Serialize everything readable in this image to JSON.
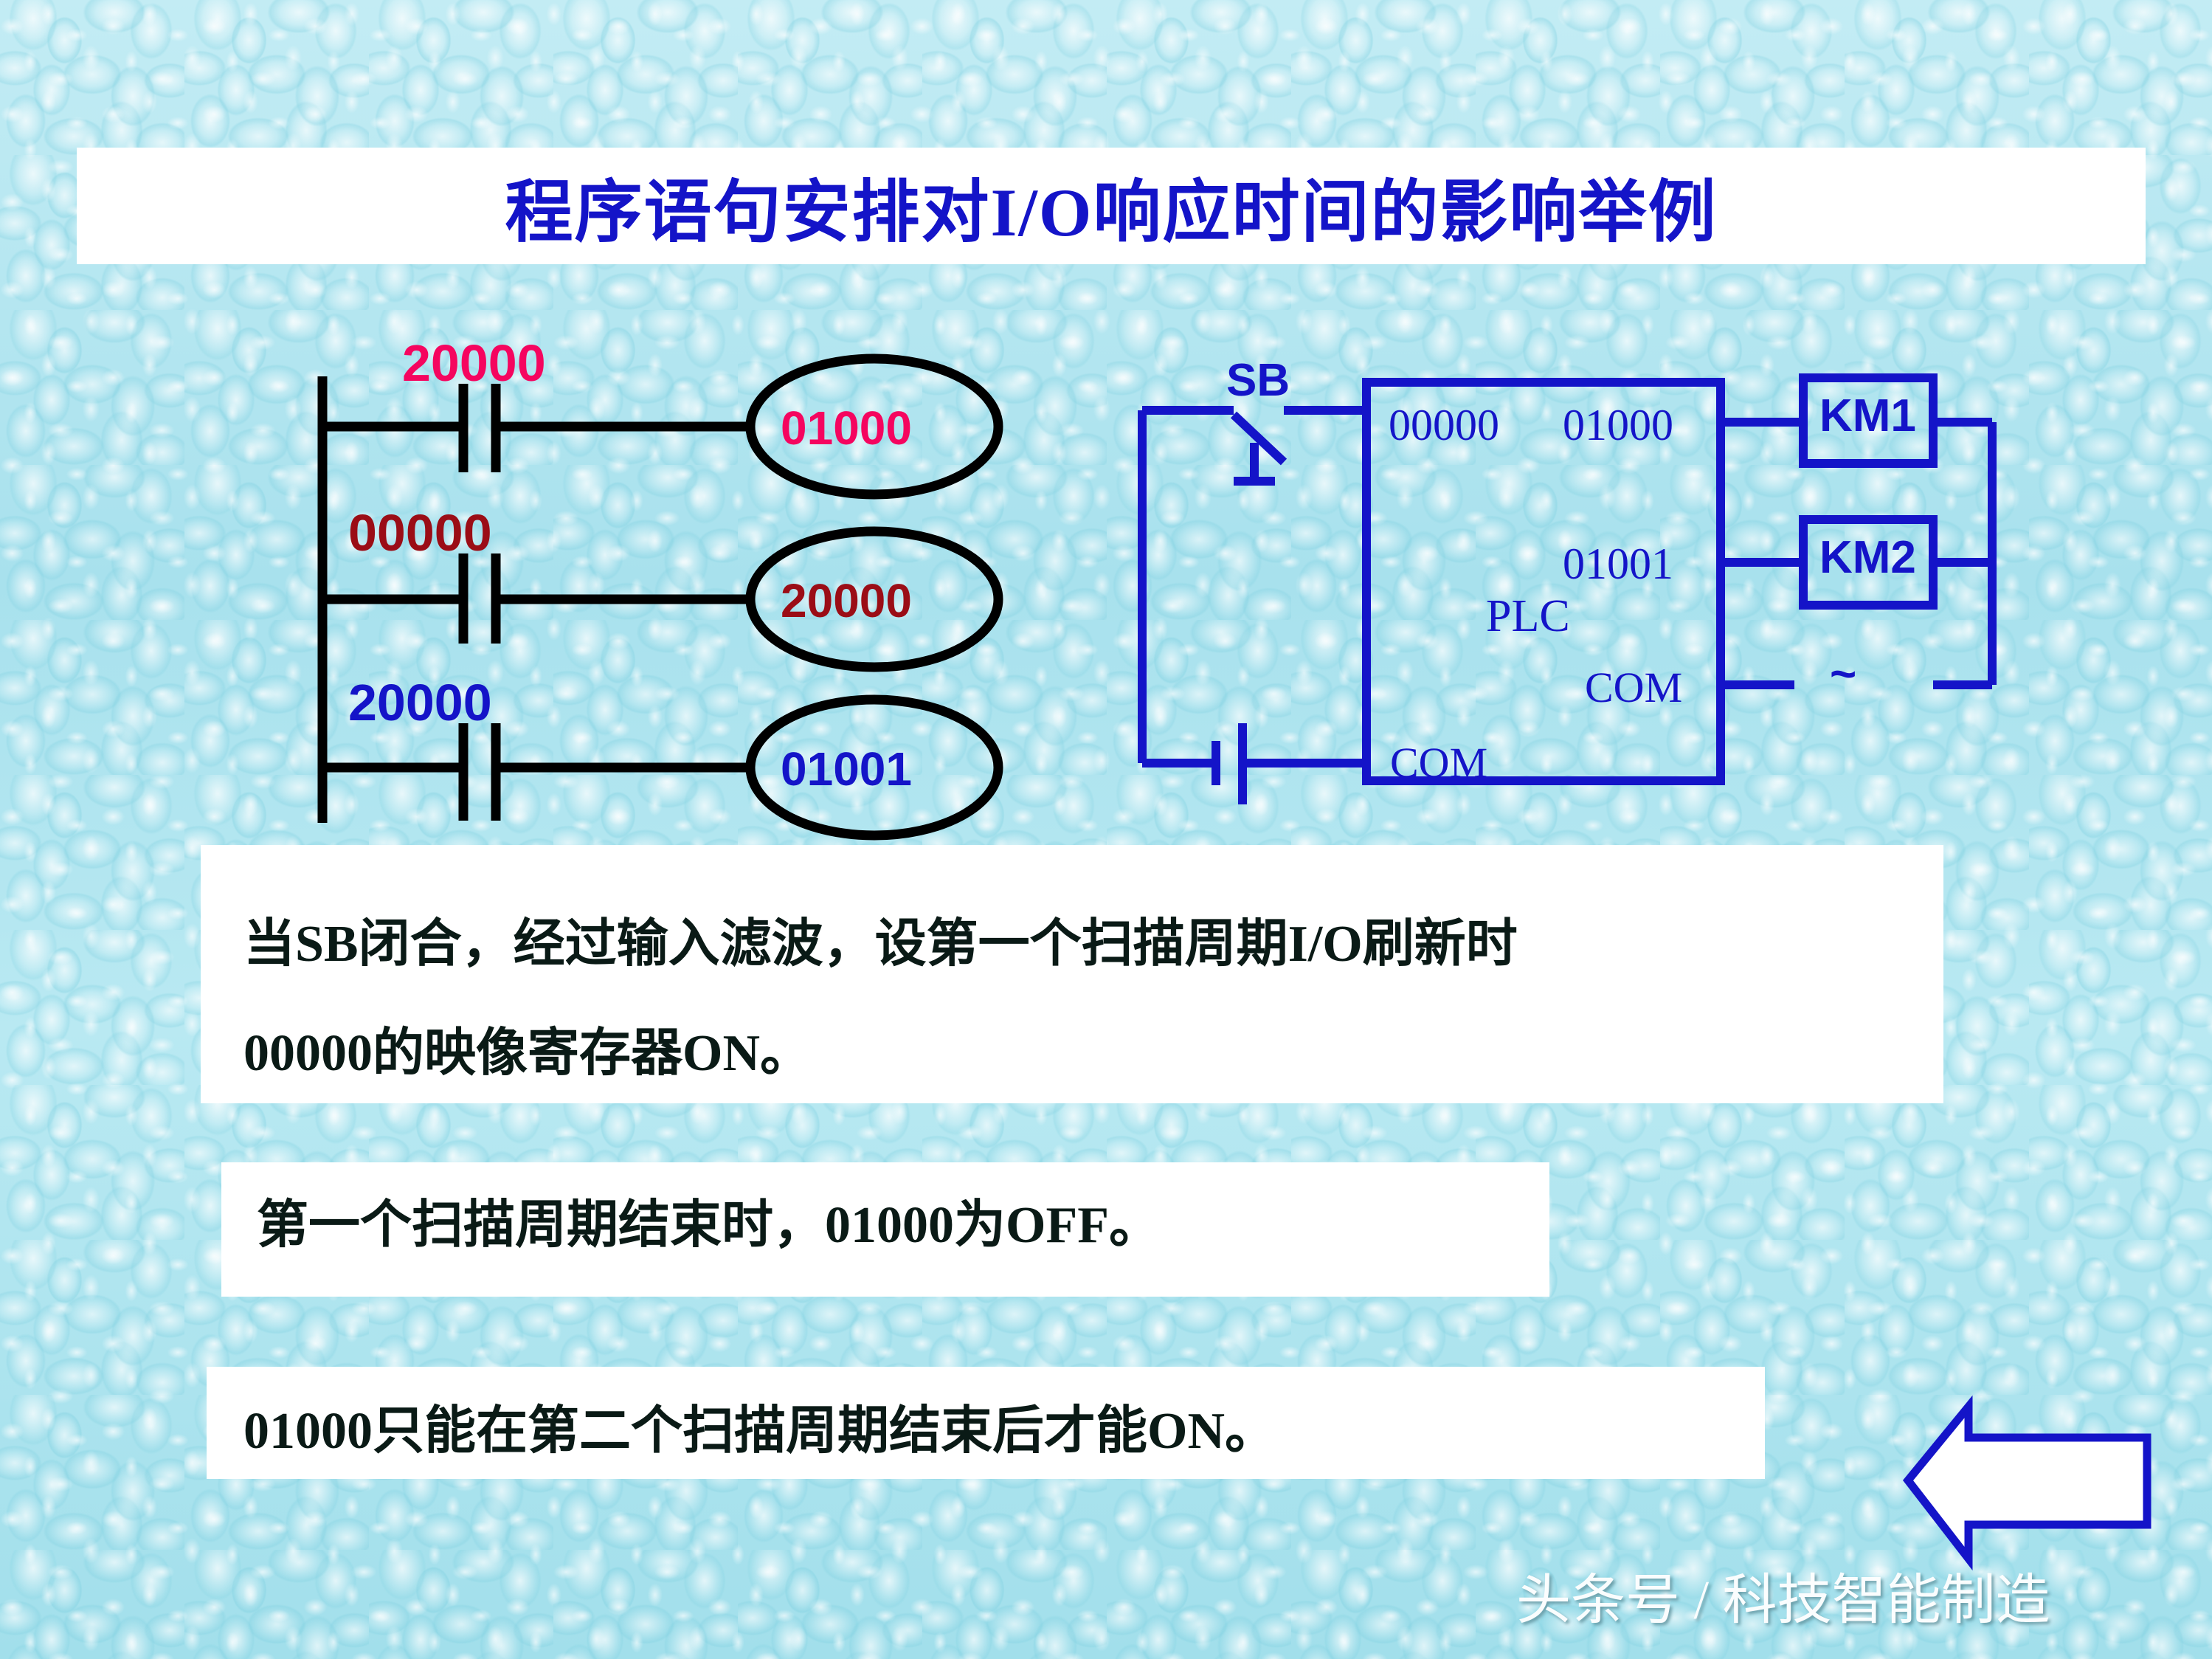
{
  "slide": {
    "title": "程序语句安排对I/O响应时间的影响举例",
    "title_color": "#1414c8",
    "background_color": "#b2e6ef"
  },
  "ladder_diagram": {
    "name": "ladder-diagram",
    "rungs": [
      {
        "contact_label": "20000",
        "contact_color": "#f5055f",
        "coil_label": "01000",
        "coil_color": "#f5055f"
      },
      {
        "contact_label": "00000",
        "contact_color": "#9b0d16",
        "coil_label": "20000",
        "coil_color": "#9b0d16"
      },
      {
        "contact_label": "20000",
        "contact_color": "#1414c8",
        "coil_label": "01001",
        "coil_color": "#1414c8"
      }
    ],
    "line_color": "#000000"
  },
  "wiring_diagram": {
    "name": "plc-wiring-diagram",
    "line_color": "#1414c8",
    "switch_label": "SB",
    "plc_label": "PLC",
    "input_terminal": "00000",
    "output_terminals": [
      "01000",
      "01001"
    ],
    "com_input": "COM",
    "com_output": "COM",
    "contactors": [
      "KM1",
      "KM2"
    ],
    "ac_symbol": "~"
  },
  "body": {
    "line1": "当SB闭合，经过输入滤波，设第一个扫描周期I/O刷新时",
    "line2": "00000的映像寄存器ON。",
    "line3": "第一个扫描周期结束时，01000为OFF。",
    "line4": "01000只能在第二个扫描周期结束后才能ON。"
  },
  "navigation": {
    "back_arrow": "left-arrow",
    "arrow_fill": "#ffffff",
    "arrow_stroke": "#1414c8"
  },
  "watermark": {
    "text": "头条号 / 科技智能制造"
  }
}
